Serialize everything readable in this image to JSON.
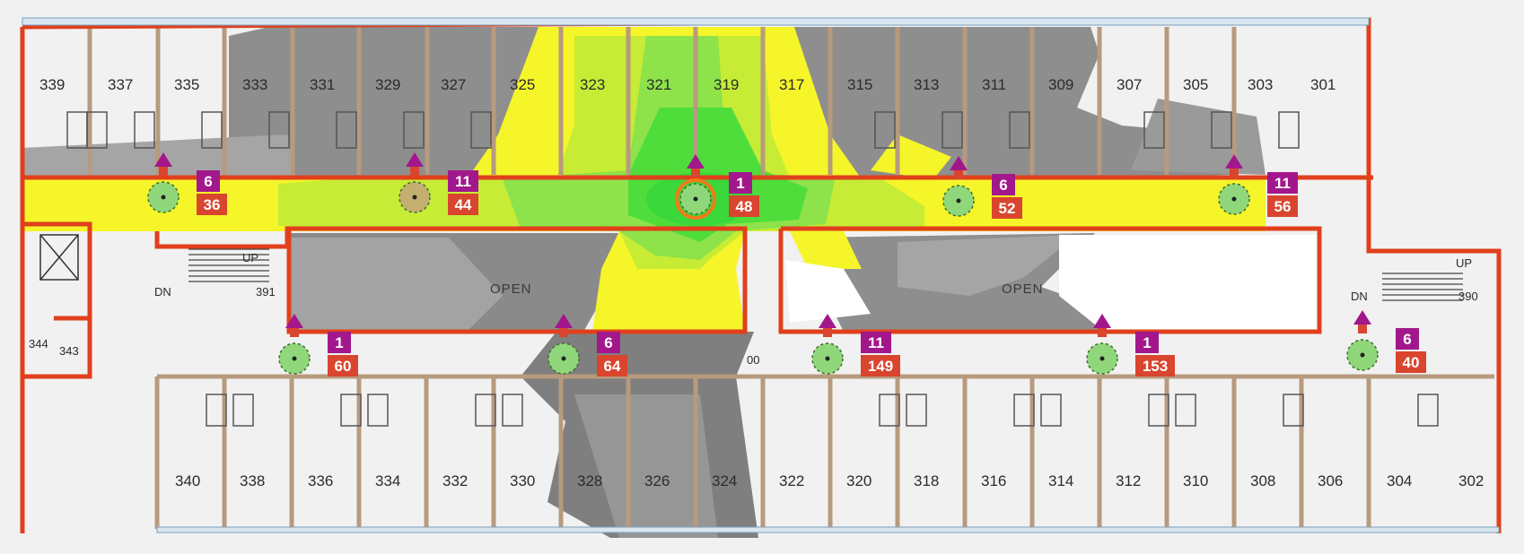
{
  "floor_rooms_top": [
    "339",
    "337",
    "335",
    "333",
    "331",
    "329",
    "327",
    "325",
    "323",
    "321",
    "319",
    "317",
    "315",
    "313",
    "311",
    "309",
    "307",
    "305",
    "303",
    "301"
  ],
  "floor_rooms_bottom": [
    "340",
    "338",
    "336",
    "334",
    "332",
    "330",
    "328",
    "326",
    "324",
    "322",
    "320",
    "318",
    "316",
    "314",
    "312",
    "310",
    "308",
    "306",
    "304",
    "302"
  ],
  "extra_rooms": [
    "391",
    "390",
    "344",
    "343"
  ],
  "stair_labels": {
    "up": "UP",
    "dn": "DN"
  },
  "open_labels": [
    "OPEN",
    "OPEN"
  ],
  "misc_labels": [
    "00"
  ],
  "access_points": [
    {
      "channel": "6",
      "value": "36",
      "status": "ok"
    },
    {
      "channel": "11",
      "value": "44",
      "status": "warn"
    },
    {
      "channel": "1",
      "value": "48",
      "status": "selected"
    },
    {
      "channel": "6",
      "value": "52",
      "status": "ok"
    },
    {
      "channel": "11",
      "value": "56",
      "status": "ok"
    },
    {
      "channel": "1",
      "value": "60",
      "status": "ok"
    },
    {
      "channel": "6",
      "value": "64",
      "status": "ok"
    },
    {
      "channel": "11",
      "value": "149",
      "status": "ok"
    },
    {
      "channel": "1",
      "value": "153",
      "status": "ok"
    },
    {
      "channel": "6",
      "value": "40",
      "status": "ok"
    }
  ],
  "colors": {
    "wall_exterior": "#e0401c",
    "wall_partition": "#b89a7e",
    "coverage_strong": "#3ad83a",
    "coverage_good": "#7fe04a",
    "coverage_mid": "#b7ea3a",
    "coverage_weak": "#f5f52a",
    "no_coverage": "#8c8c8c",
    "channel_badge": "#a2188c",
    "value_badge": "#d9452e",
    "ap_marker": "#8fd77a",
    "ap_warn": "#c4ae70",
    "ap_selected_ring": "#f07a1a"
  }
}
